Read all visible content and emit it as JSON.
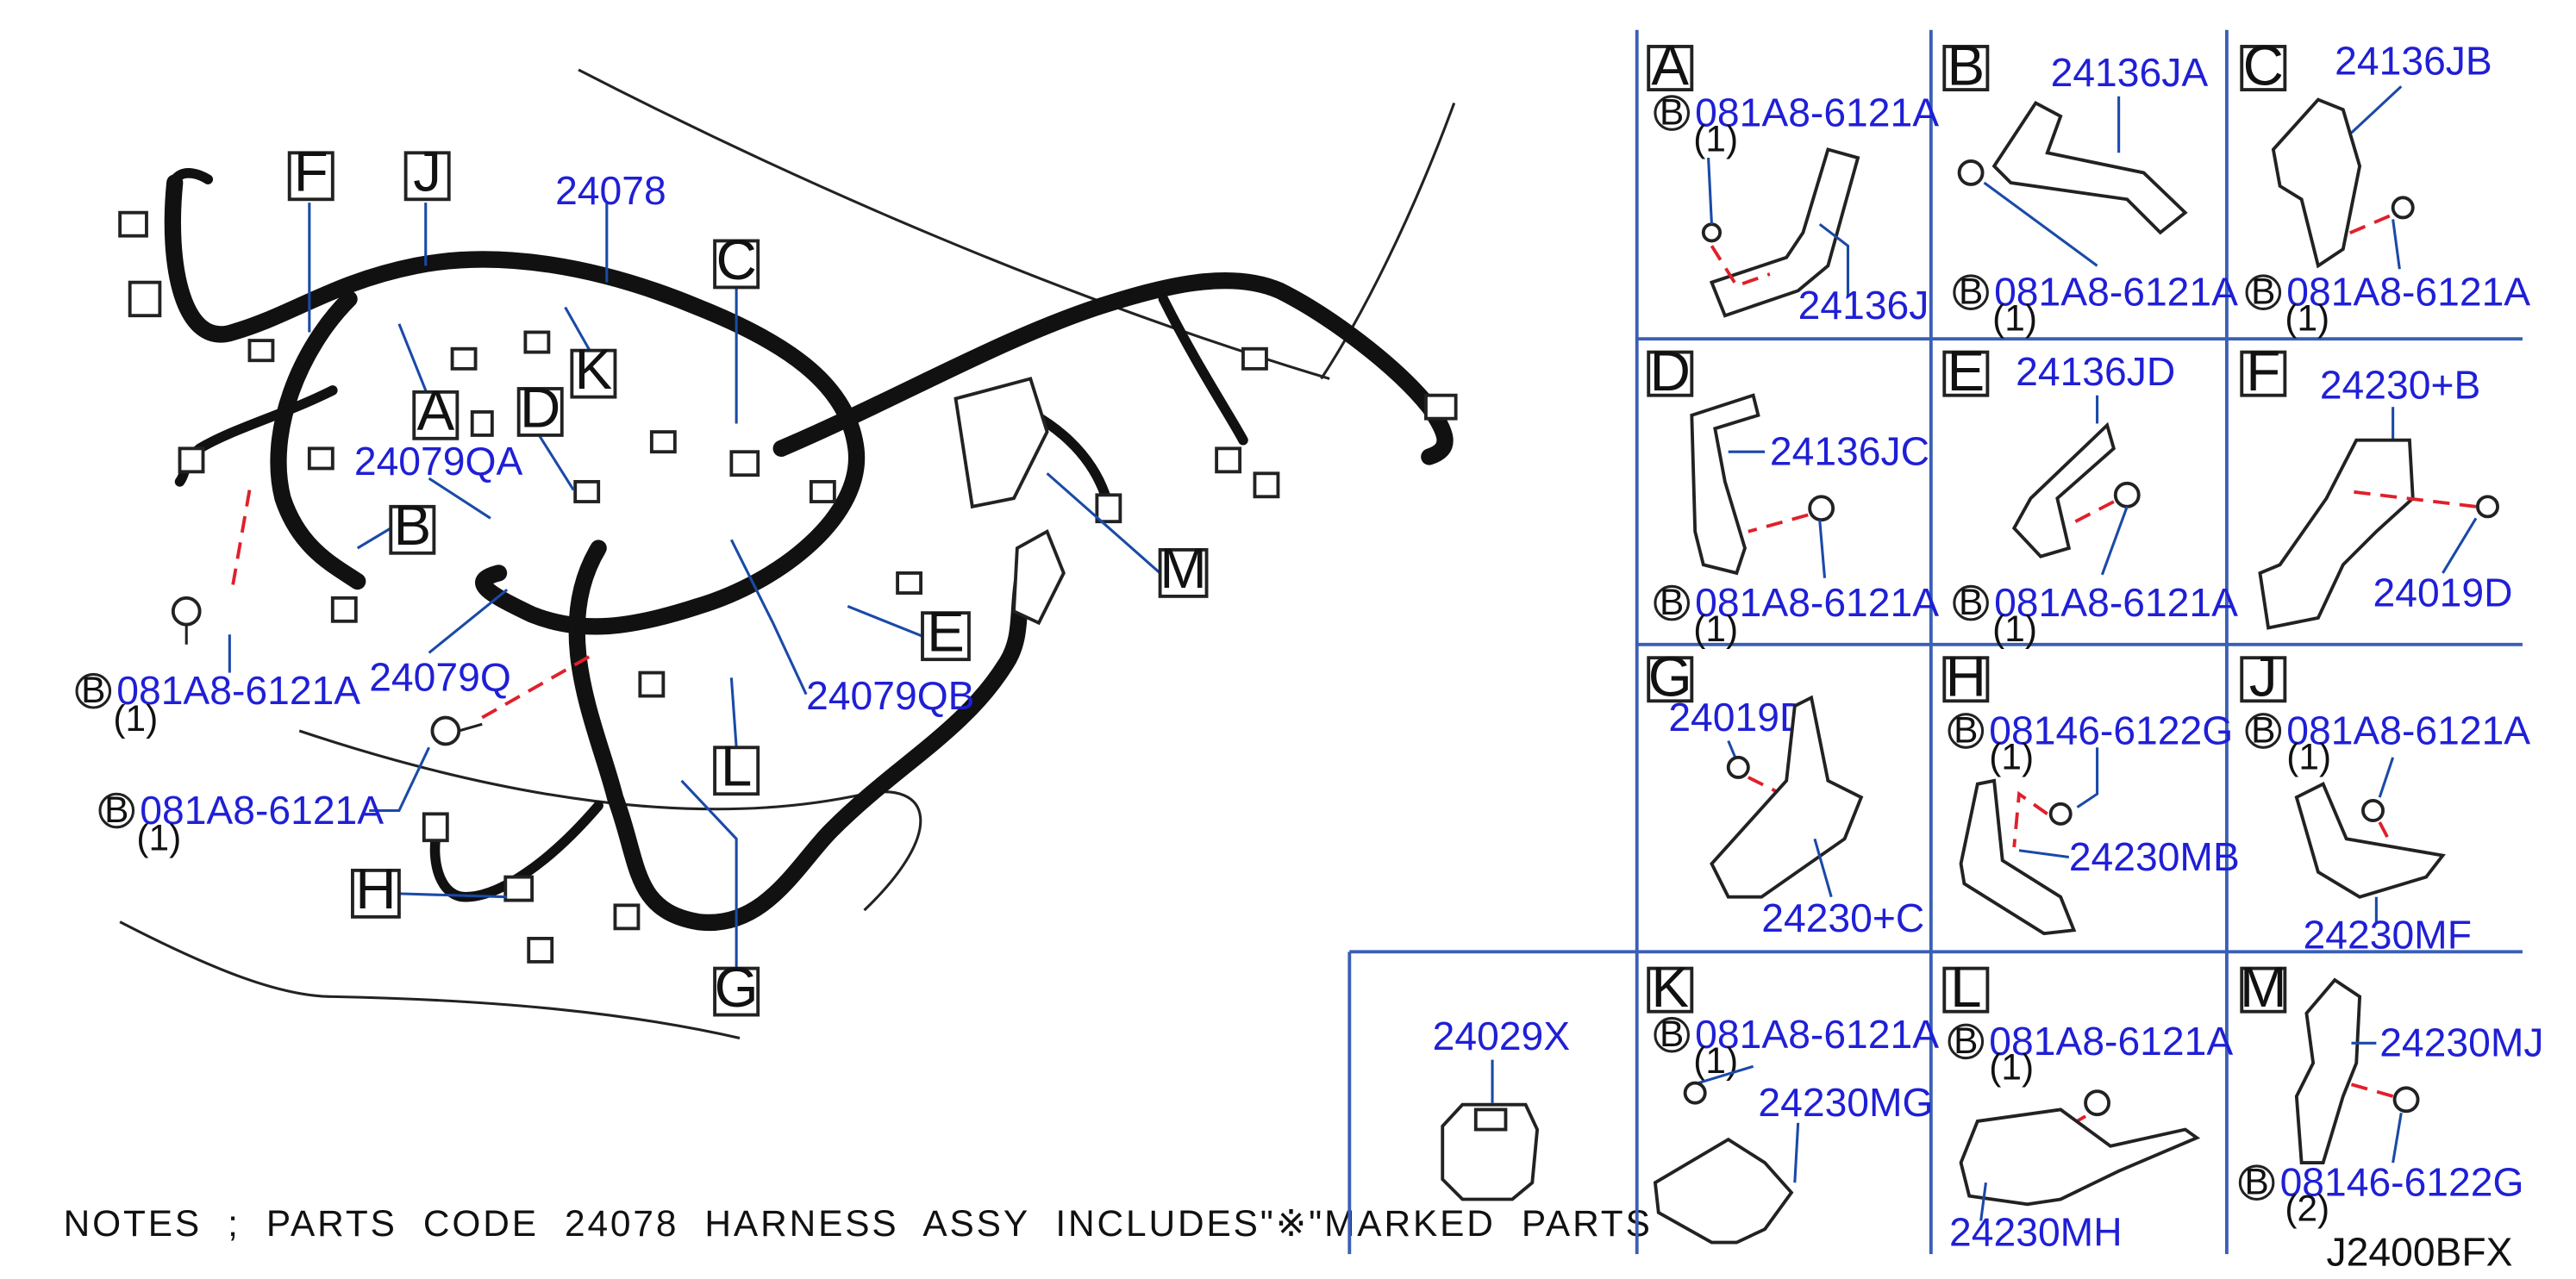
{
  "notes": "NOTES ; PARTS CODE 24078 HARNESS ASSY INCLUDES\"※\"MARKED PARTS",
  "figure_code": "J2400BFX",
  "bolt_badge_letter": "B",
  "main": {
    "letters": [
      "F",
      "J",
      "A",
      "B",
      "C",
      "D",
      "K",
      "M",
      "E",
      "L",
      "G",
      "H"
    ],
    "parts": {
      "harness": "24078",
      "p24079QA": "24079QA",
      "p24079Q": "24079Q",
      "p24079QB": "24079QB"
    },
    "bolt1": {
      "pn": "081A8-6121A",
      "qty": "(1)"
    },
    "bolt2": {
      "pn": "081A8-6121A",
      "qty": "(1)"
    }
  },
  "panels": {
    "A": {
      "letter": "A",
      "bolt": "081A8-6121A",
      "qty": "(1)",
      "part": "24136J"
    },
    "B": {
      "letter": "B",
      "bolt": "081A8-6121A",
      "qty": "(1)",
      "part": "24136JA"
    },
    "C": {
      "letter": "C",
      "bolt": "081A8-6121A",
      "qty": "(1)",
      "part": "24136JB"
    },
    "D": {
      "letter": "D",
      "bolt": "081A8-6121A",
      "qty": "(1)",
      "part": "24136JC"
    },
    "E": {
      "letter": "E",
      "bolt": "081A8-6121A",
      "qty": "(1)",
      "part": "24136JD"
    },
    "F": {
      "letter": "F",
      "part": "24230+B",
      "part2": "24019D"
    },
    "G": {
      "letter": "G",
      "part": "24019D",
      "part2": "24230+C"
    },
    "H": {
      "letter": "H",
      "bolt": "08146-6122G",
      "qty": "(1)",
      "part": "24230MB"
    },
    "J": {
      "letter": "J",
      "bolt": "081A8-6121A",
      "qty": "(1)",
      "part": "24230MF"
    },
    "X": {
      "part": "24029X"
    },
    "K": {
      "letter": "K",
      "bolt": "081A8-6121A",
      "qty": "(1)",
      "part": "24230MG"
    },
    "L": {
      "letter": "L",
      "bolt": "081A8-6121A",
      "qty": "(1)",
      "part": "24230MH"
    },
    "M": {
      "letter": "M",
      "bolt": "08146-6122G",
      "qty": "(2)",
      "part": "24230MJ"
    }
  }
}
